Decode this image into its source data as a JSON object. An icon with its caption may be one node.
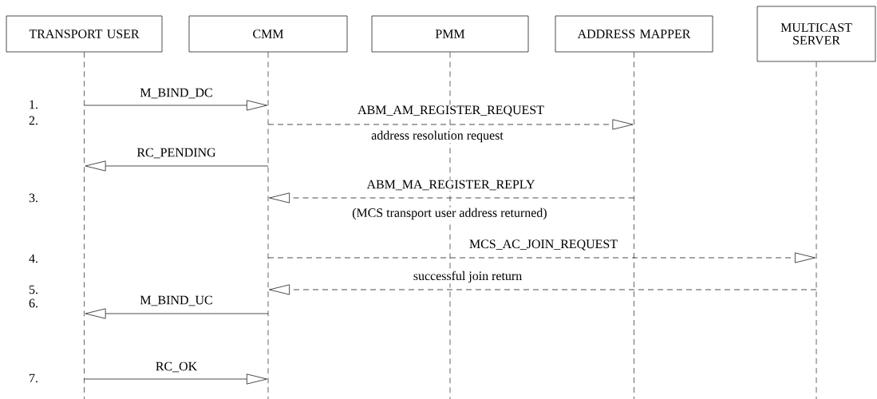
{
  "diagram": {
    "nodes": [
      {
        "text": [
          "TRANSPORT USER"
        ]
      },
      {
        "text": [
          "CMM"
        ]
      },
      {
        "text": [
          "PMM"
        ]
      },
      {
        "text": [
          "ADDRESS MAPPER"
        ]
      },
      {
        "text": [
          "MULTICAST SERVER"
        ]
      }
    ],
    "edges": [
      {
        "from": 0,
        "to": 1,
        "arrow": "to",
        "label": "M_BIND_DC"
      },
      {
        "from": 1,
        "to": 3,
        "arrow": "to",
        "label": "ABM_AM_REGISTER_REQUEST",
        "style": "dashed"
      },
      {
        "from": 1,
        "to": 0,
        "arrow": "to",
        "label": "RC_PENDING"
      },
      {
        "from": 3,
        "to": 1,
        "arrow": "to",
        "label": "ABM_MA_REGISTER_REPLY",
        "style": "dashed"
      },
      {
        "from": 1,
        "to": 4,
        "arrow": "to",
        "label": "MCS_AC_JOIN_REQUEST",
        "style": "dashed"
      },
      {
        "from": 4,
        "to": 1,
        "arrow": "to",
        "label": "successful join return",
        "style": "dashed"
      },
      {
        "from": 1,
        "to": 0,
        "arrow": "to",
        "label": "M_BIND_UC"
      },
      {
        "from": 0,
        "to": 1,
        "arrow": "to",
        "label": "RC_OK"
      }
    ],
    "labels": [
      "1.",
      "2.",
      "address resolution request",
      "3.",
      "(MCS transport user address returned)",
      "4.",
      "5.",
      "6.",
      "7."
    ]
  }
}
